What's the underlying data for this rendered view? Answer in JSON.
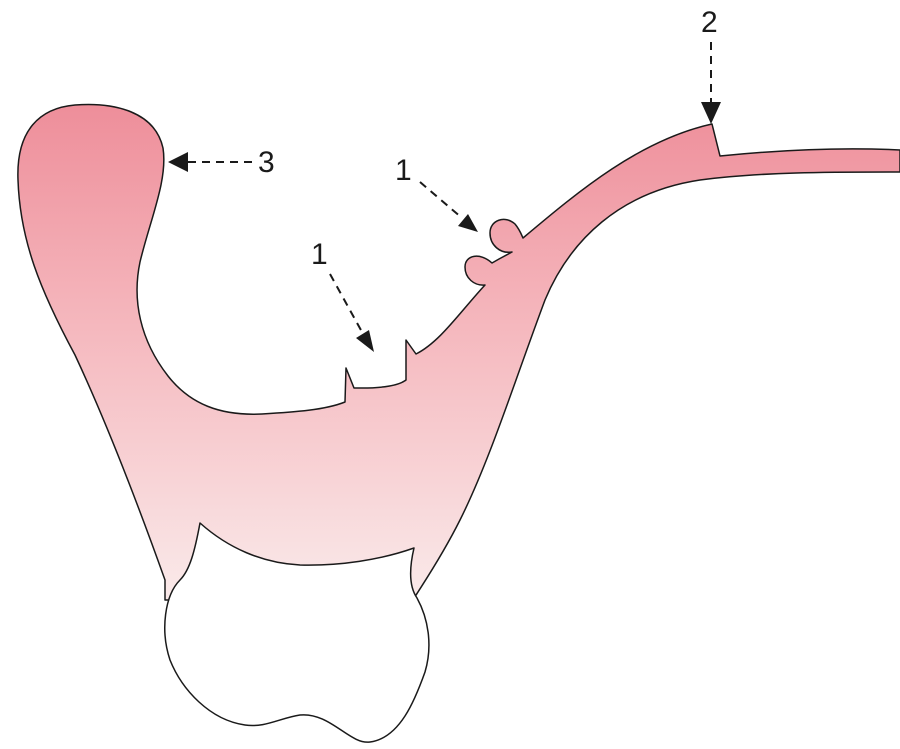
{
  "colors": {
    "tissue_top": "#ee8e9a",
    "tissue_bottom": "#faeaea",
    "tooth_fill": "#ffffff",
    "outline": "#1a1a1a"
  },
  "labels": {
    "defect_upper": "1",
    "defect_lower": "1",
    "step_margin": "2",
    "flange_border": "3"
  }
}
